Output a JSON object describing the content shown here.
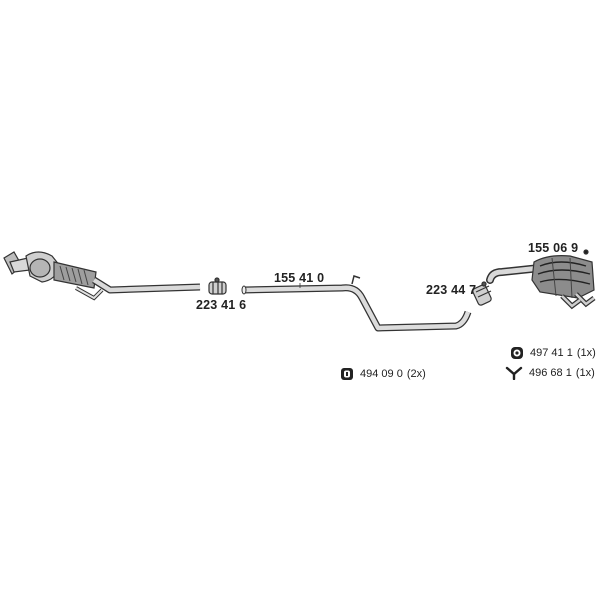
{
  "part_numbers": {
    "catalytic_converter_clamp": "223 41 6",
    "middle_pipe": "155 41 0",
    "rear_clamp": "223 44 7",
    "rear_silencer": "155 06 9"
  },
  "kits": [
    {
      "icon": "rubber-mount-icon",
      "number": "494 09 0",
      "qty": "(2x)"
    },
    {
      "icon": "rubber-mount-icon",
      "number": "497 41 1",
      "qty": "(1x)"
    },
    {
      "icon": "y-hanger-icon",
      "number": "496 68 1",
      "qty": "(1x)"
    }
  ]
}
